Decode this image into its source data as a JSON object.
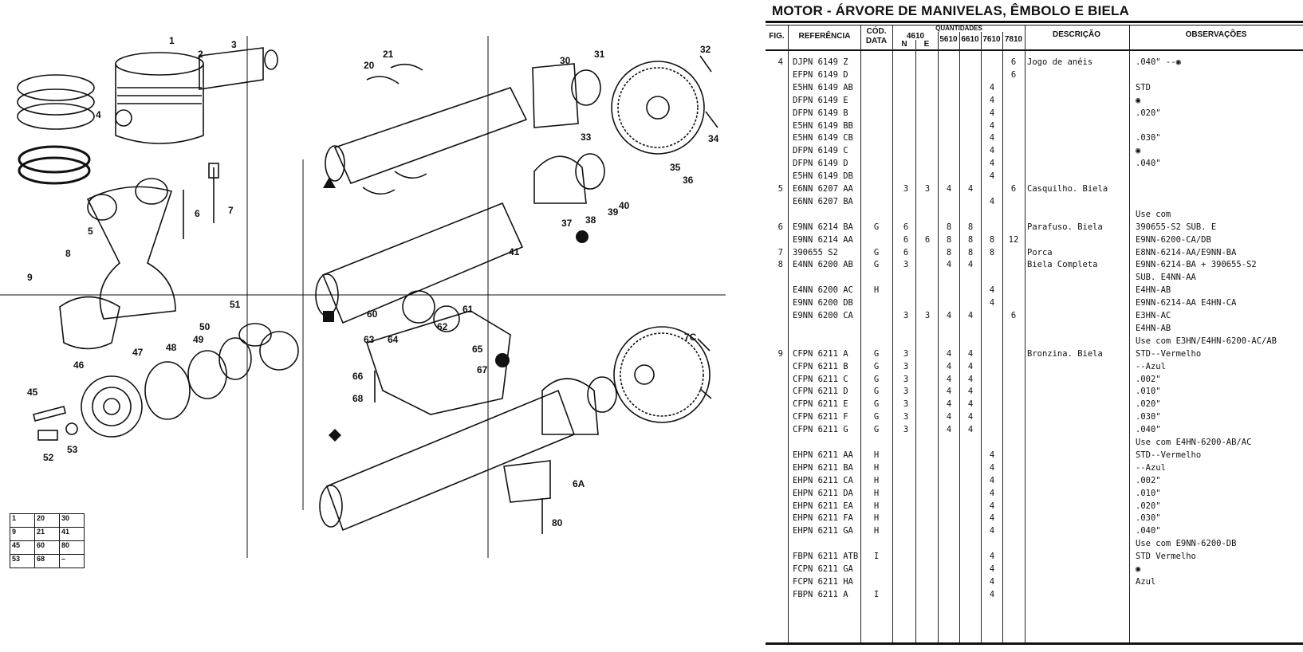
{
  "title": "MOTOR - ÁRVORE DE MANIVELAS, ÊMBOLO E BIELA",
  "header": {
    "fig": "FIG.",
    "referencia": "REFERÊNCIA",
    "cod1": "CÓD.",
    "cod2": "DATA",
    "quantidades": "QUANTIDADES",
    "model_4610": "4610",
    "sub_n": "N",
    "sub_e": "E",
    "model_5610": "5610",
    "model_6610": "6610",
    "model_7610": "7610",
    "model_7810": "7810",
    "descricao": "DESCRIÇÃO",
    "observacoes": "OBSERVAÇÕES"
  },
  "rows": [
    {
      "fig": "4",
      "ref": "DJPN 6149 Z",
      "cod": "",
      "n": "",
      "e": "",
      "q5610": "",
      "q6610": "",
      "q7610": "",
      "q7810": "6",
      "desc": "Jogo de anéis",
      "obs": ".040\"   --◉"
    },
    {
      "fig": "",
      "ref": "EFPN 6149 D",
      "cod": "",
      "n": "",
      "e": "",
      "q5610": "",
      "q6610": "",
      "q7610": "",
      "q7810": "6",
      "desc": "",
      "obs": ""
    },
    {
      "fig": "",
      "ref": "E5HN 6149 AB",
      "cod": "",
      "n": "",
      "e": "",
      "q5610": "",
      "q6610": "",
      "q7610": "4",
      "q7810": "",
      "desc": "",
      "obs": "STD"
    },
    {
      "fig": "",
      "ref": "DFPN 6149 E",
      "cod": "",
      "n": "",
      "e": "",
      "q5610": "",
      "q6610": "",
      "q7610": "4",
      "q7810": "",
      "desc": "",
      "obs": "        ◉"
    },
    {
      "fig": "",
      "ref": "DFPN 6149 B",
      "cod": "",
      "n": "",
      "e": "",
      "q5610": "",
      "q6610": "",
      "q7610": "4",
      "q7810": "",
      "desc": "",
      "obs": ".020\""
    },
    {
      "fig": "",
      "ref": "E5HN 6149 BB",
      "cod": "",
      "n": "",
      "e": "",
      "q5610": "",
      "q6610": "",
      "q7610": "4",
      "q7810": "",
      "desc": "",
      "obs": ""
    },
    {
      "fig": "",
      "ref": "E5HN 6149 CB",
      "cod": "",
      "n": "",
      "e": "",
      "q5610": "",
      "q6610": "",
      "q7610": "4",
      "q7810": "",
      "desc": "",
      "obs": ".030\""
    },
    {
      "fig": "",
      "ref": "DFPN 6149 C",
      "cod": "",
      "n": "",
      "e": "",
      "q5610": "",
      "q6610": "",
      "q7610": "4",
      "q7810": "",
      "desc": "",
      "obs": "        ◉"
    },
    {
      "fig": "",
      "ref": "DFPN 6149 D",
      "cod": "",
      "n": "",
      "e": "",
      "q5610": "",
      "q6610": "",
      "q7610": "4",
      "q7810": "",
      "desc": "",
      "obs": ".040\""
    },
    {
      "fig": "",
      "ref": "E5HN 6149 DB",
      "cod": "",
      "n": "",
      "e": "",
      "q5610": "",
      "q6610": "",
      "q7610": "4",
      "q7810": "",
      "desc": "",
      "obs": ""
    },
    {
      "fig": "5",
      "ref": "E6NN 6207 AA",
      "cod": "",
      "n": "3",
      "e": "3",
      "q5610": "4",
      "q6610": "4",
      "q7610": "",
      "q7810": "6",
      "desc": "Casquilho. Biela",
      "obs": ""
    },
    {
      "fig": "",
      "ref": "E6NN 6207 BA",
      "cod": "",
      "n": "",
      "e": "",
      "q5610": "",
      "q6610": "",
      "q7610": "4",
      "q7810": "",
      "desc": "",
      "obs": ""
    },
    {
      "fig": "",
      "ref": "",
      "cod": "",
      "n": "",
      "e": "",
      "q5610": "",
      "q6610": "",
      "q7610": "",
      "q7810": "",
      "desc": "",
      "obs": "Use com"
    },
    {
      "fig": "6",
      "ref": "E9NN 6214 BA",
      "cod": "G",
      "n": "6",
      "e": "",
      "q5610": "8",
      "q6610": "8",
      "q7610": "",
      "q7810": "",
      "desc": "Parafuso. Biela",
      "obs": "390655-S2 SUB. E"
    },
    {
      "fig": "",
      "ref": "E9NN 6214 AA",
      "cod": "",
      "n": "6",
      "e": "6",
      "q5610": "8",
      "q6610": "8",
      "q7610": "8",
      "q7810": "12",
      "desc": "",
      "obs": "E9NN-6200-CA/DB"
    },
    {
      "fig": "7",
      "ref": "390655 S2",
      "cod": "G",
      "n": "6",
      "e": "",
      "q5610": "8",
      "q6610": "8",
      "q7610": "8",
      "q7810": "",
      "desc": "Porca",
      "obs": "E8NN-6214-AA/E9NN-BA"
    },
    {
      "fig": "8",
      "ref": "E4NN 6200 AB",
      "cod": "G",
      "n": "3",
      "e": "",
      "q5610": "4",
      "q6610": "4",
      "q7610": "",
      "q7810": "",
      "desc": "Biela Completa",
      "obs": "E9NN-6214-BA + 390655-S2"
    },
    {
      "fig": "",
      "ref": "",
      "cod": "",
      "n": "",
      "e": "",
      "q5610": "",
      "q6610": "",
      "q7610": "",
      "q7810": "",
      "desc": "",
      "obs": "           SUB. E4NN-AA"
    },
    {
      "fig": "",
      "ref": "E4NN 6200 AC",
      "cod": "H",
      "n": "",
      "e": "",
      "q5610": "",
      "q6610": "",
      "q7610": "4",
      "q7810": "",
      "desc": "",
      "obs": "                E4HN-AB"
    },
    {
      "fig": "",
      "ref": "E9NN 6200 DB",
      "cod": "",
      "n": "",
      "e": "",
      "q5610": "",
      "q6610": "",
      "q7610": "4",
      "q7810": "",
      "desc": "",
      "obs": "E9NN-6214-AA    E4HN-CA"
    },
    {
      "fig": "",
      "ref": "E9NN 6200 CA",
      "cod": "",
      "n": "3",
      "e": "3",
      "q5610": "4",
      "q6610": "4",
      "q7610": "",
      "q7810": "6",
      "desc": "",
      "obs": "                E3HN-AC"
    },
    {
      "fig": "",
      "ref": "",
      "cod": "",
      "n": "",
      "e": "",
      "q5610": "",
      "q6610": "",
      "q7610": "",
      "q7810": "",
      "desc": "",
      "obs": "                E4HN-AB"
    },
    {
      "fig": "",
      "ref": "",
      "cod": "",
      "n": "",
      "e": "",
      "q5610": "",
      "q6610": "",
      "q7610": "",
      "q7810": "",
      "desc": "",
      "obs": "Use com E3HN/E4HN-6200-AC/AB"
    },
    {
      "fig": "9",
      "ref": "CFPN 6211 A",
      "cod": "G",
      "n": "3",
      "e": "",
      "q5610": "4",
      "q6610": "4",
      "q7610": "",
      "q7810": "",
      "desc": "Bronzina. Biela",
      "obs": "STD--Vermelho"
    },
    {
      "fig": "",
      "ref": "CFPN 6211 B",
      "cod": "G",
      "n": "3",
      "e": "",
      "q5610": "4",
      "q6610": "4",
      "q7610": "",
      "q7810": "",
      "desc": "",
      "obs": "   --Azul"
    },
    {
      "fig": "",
      "ref": "CFPN 6211 C",
      "cod": "G",
      "n": "3",
      "e": "",
      "q5610": "4",
      "q6610": "4",
      "q7610": "",
      "q7810": "",
      "desc": "",
      "obs": ".002\""
    },
    {
      "fig": "",
      "ref": "CFPN 6211 D",
      "cod": "G",
      "n": "3",
      "e": "",
      "q5610": "4",
      "q6610": "4",
      "q7610": "",
      "q7810": "",
      "desc": "",
      "obs": ".010\""
    },
    {
      "fig": "",
      "ref": "CFPN 6211 E",
      "cod": "G",
      "n": "3",
      "e": "",
      "q5610": "4",
      "q6610": "4",
      "q7610": "",
      "q7810": "",
      "desc": "",
      "obs": ".020\""
    },
    {
      "fig": "",
      "ref": "CFPN 6211 F",
      "cod": "G",
      "n": "3",
      "e": "",
      "q5610": "4",
      "q6610": "4",
      "q7610": "",
      "q7810": "",
      "desc": "",
      "obs": ".030\""
    },
    {
      "fig": "",
      "ref": "CFPN 6211 G",
      "cod": "G",
      "n": "3",
      "e": "",
      "q5610": "4",
      "q6610": "4",
      "q7610": "",
      "q7810": "",
      "desc": "",
      "obs": ".040\""
    },
    {
      "fig": "",
      "ref": "",
      "cod": "",
      "n": "",
      "e": "",
      "q5610": "",
      "q6610": "",
      "q7610": "",
      "q7810": "",
      "desc": "",
      "obs": "Use com E4HN-6200-AB/AC"
    },
    {
      "fig": "",
      "ref": "EHPN 6211 AA",
      "cod": "H",
      "n": "",
      "e": "",
      "q5610": "",
      "q6610": "",
      "q7610": "4",
      "q7810": "",
      "desc": "",
      "obs": "STD--Vermelho"
    },
    {
      "fig": "",
      "ref": "EHPN 6211 BA",
      "cod": "H",
      "n": "",
      "e": "",
      "q5610": "",
      "q6610": "",
      "q7610": "4",
      "q7810": "",
      "desc": "",
      "obs": "   --Azul"
    },
    {
      "fig": "",
      "ref": "EHPN 6211 CA",
      "cod": "H",
      "n": "",
      "e": "",
      "q5610": "",
      "q6610": "",
      "q7610": "4",
      "q7810": "",
      "desc": "",
      "obs": ".002\""
    },
    {
      "fig": "",
      "ref": "EHPN 6211 DA",
      "cod": "H",
      "n": "",
      "e": "",
      "q5610": "",
      "q6610": "",
      "q7610": "4",
      "q7810": "",
      "desc": "",
      "obs": ".010\""
    },
    {
      "fig": "",
      "ref": "EHPN 6211 EA",
      "cod": "H",
      "n": "",
      "e": "",
      "q5610": "",
      "q6610": "",
      "q7610": "4",
      "q7810": "",
      "desc": "",
      "obs": ".020\""
    },
    {
      "fig": "",
      "ref": "EHPN 6211 FA",
      "cod": "H",
      "n": "",
      "e": "",
      "q5610": "",
      "q6610": "",
      "q7610": "4",
      "q7810": "",
      "desc": "",
      "obs": ".030\""
    },
    {
      "fig": "",
      "ref": "EHPN 6211 GA",
      "cod": "H",
      "n": "",
      "e": "",
      "q5610": "",
      "q6610": "",
      "q7610": "4",
      "q7810": "",
      "desc": "",
      "obs": ".040\""
    },
    {
      "fig": "",
      "ref": "",
      "cod": "",
      "n": "",
      "e": "",
      "q5610": "",
      "q6610": "",
      "q7610": "",
      "q7810": "",
      "desc": "",
      "obs": "Use com E9NN-6200-DB"
    },
    {
      "fig": "",
      "ref": "FBPN 6211 ATB",
      "cod": "I",
      "n": "",
      "e": "",
      "q5610": "",
      "q6610": "",
      "q7610": "4",
      "q7810": "",
      "desc": "",
      "obs": "STD Vermelho"
    },
    {
      "fig": "",
      "ref": "FCPN 6211 GA",
      "cod": "",
      "n": "",
      "e": "",
      "q5610": "",
      "q6610": "",
      "q7610": "4",
      "q7810": "",
      "desc": "",
      "obs": "  ◉"
    },
    {
      "fig": "",
      "ref": "FCPN 6211 HA",
      "cod": "",
      "n": "",
      "e": "",
      "q5610": "",
      "q6610": "",
      "q7610": "4",
      "q7810": "",
      "desc": "",
      "obs": "     Azul"
    },
    {
      "fig": "",
      "ref": "FBPN 6211 A",
      "cod": "I",
      "n": "",
      "e": "",
      "q5610": "",
      "q6610": "",
      "q7610": "4",
      "q7810": "",
      "desc": "",
      "obs": ""
    }
  ],
  "diagram": {
    "callouts": [
      "1",
      "2",
      "3",
      "4",
      "5",
      "6",
      "7",
      "8",
      "9",
      "20",
      "21",
      "30",
      "31",
      "32",
      "33",
      "34",
      "35",
      "36",
      "37",
      "38",
      "39",
      "40",
      "41",
      "45",
      "46",
      "47",
      "48",
      "49",
      "50",
      "51",
      "52",
      "53",
      "60",
      "61",
      "62",
      "63",
      "64",
      "65",
      "66",
      "67",
      "68",
      "80",
      "6A",
      "7C"
    ],
    "fig_table": [
      [
        "1",
        "20",
        "30"
      ],
      [
        "9",
        "21",
        "41"
      ],
      [
        "45",
        "60",
        "80"
      ],
      [
        "53",
        "68",
        "–"
      ]
    ]
  }
}
